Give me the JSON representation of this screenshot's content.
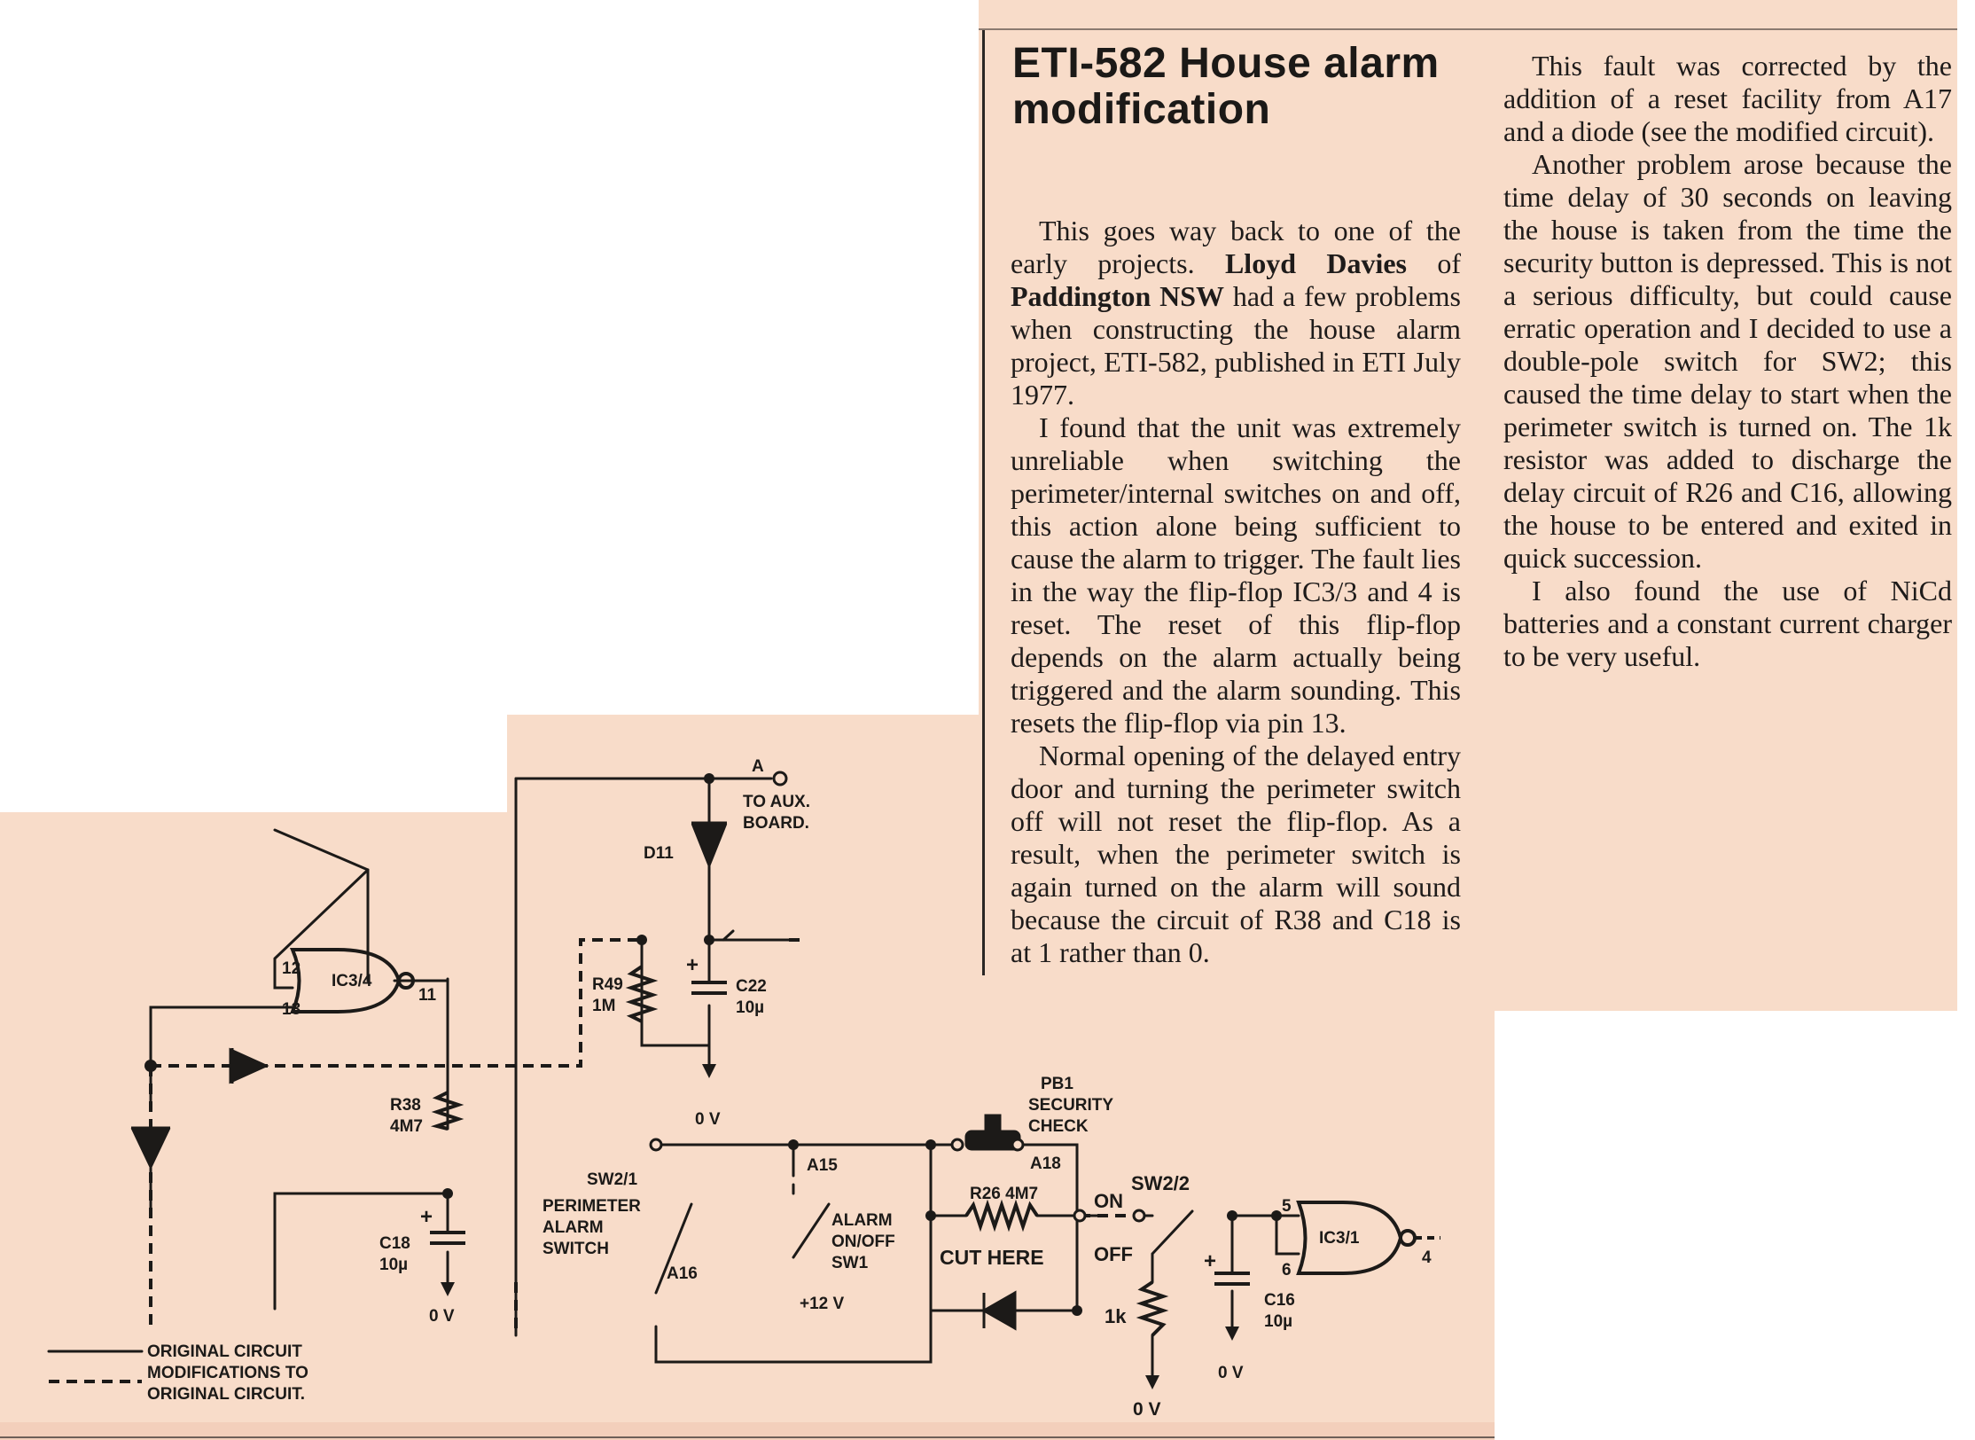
{
  "article": {
    "headline": "ETI-582 House alarm modification",
    "paragraphs": [
      "This goes way back to one of the early projects. ",
      "I found that the unit was extremely unreliable when switching the perimeter/internal switches on and off, this action alone being sufficient to cause the alarm to trigger. The fault lies in the way the flip-flop IC3/3 and 4 is reset. The reset of this flip-flop depends on the alarm actually being triggered and the alarm sounding. This resets the flip-flop via pin 13.",
      "Normal opening of the delayed entry door and turning the perimeter switch off will not reset the flip-flop. As a result, when the perimeter switch is again turned on the alarm will sound because the circuit of R38 and C18 is at 1 rather than 0.",
      "This fault was corrected by the addition of a reset facility from A17 and a diode (see the modified circuit).",
      "Another problem arose because the time delay of 30 seconds on leaving the house is taken from the time the security button is depressed. This is not a serious difficulty, but could cause erratic operation and I decided to use a double-pole switch for SW2; this caused the time delay to start when the perimeter switch is turned on. The 1k resistor was added to discharge the delay circuit of R26 and C16, allowing the house to be entered and exited in quick succession.",
      "I also found the use of NiCd batteries and a constant current charger to be very useful."
    ],
    "author_name": "Lloyd Davies",
    "author_place": "Paddington NSW",
    "lead_tail": " had a few problems when constructing the house alarm project, ETI-582, published in ETI July 1977."
  },
  "schematic": {
    "labels": {
      "node_a": "A",
      "to_aux_1": "TO AUX.",
      "to_aux_2": "BOARD.",
      "d11": "D11",
      "ic34": "IC3/4",
      "pin12": "12",
      "pin13": "13",
      "pin11": "11",
      "r49": "R49",
      "r49_val": "1M",
      "c22": "C22",
      "c22_val": "10µ",
      "zero_v": "0 V",
      "r38": "R38",
      "r38_val": "4M7",
      "c18": "C18",
      "c18_val": "10µ",
      "plus": "+",
      "pb1": "PB1",
      "security": "SECURITY",
      "check": "CHECK",
      "sw21": "SW2/1",
      "perimeter": "PERIMETER",
      "alarm": "ALARM",
      "switch": "SWITCH",
      "a15": "A15",
      "a16": "A16",
      "a18": "A18",
      "alarm_sw": "ALARM",
      "onoff": "ON/OFF",
      "sw1": "SW1",
      "plus12": "+12 V",
      "r26": "R26 4M7",
      "cut_here": "CUT HERE",
      "on": "ON",
      "off": "OFF",
      "sw22": "SW2/2",
      "r1k": "1k",
      "c16": "C16",
      "c16_val": "10µ",
      "ic31": "IC3/1",
      "pin5": "5",
      "pin6": "6",
      "pin4": "4",
      "legend_original": "ORIGINAL CIRCUIT",
      "legend_mod_1": "MODIFICATIONS TO",
      "legend_mod_2": "ORIGINAL CIRCUIT."
    }
  }
}
